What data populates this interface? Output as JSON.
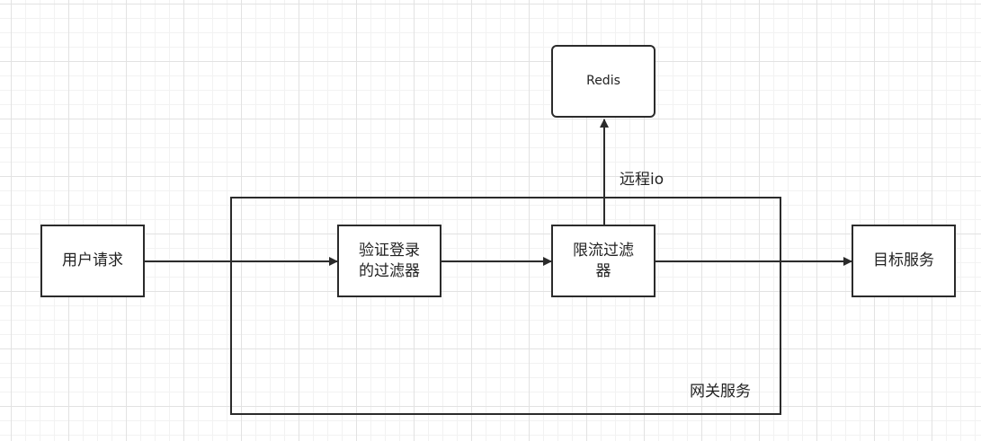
{
  "diagram": {
    "container": {
      "label": "网关服务"
    },
    "nodes": {
      "user_request": {
        "label": "用户请求"
      },
      "auth_filter": {
        "label": "验证登录\n的过滤器"
      },
      "rate_limit_filter": {
        "label": "限流过滤\n器"
      },
      "target_service": {
        "label": "目标服务"
      },
      "redis": {
        "label": "Redis"
      }
    },
    "edges": [
      {
        "from": "用户请求",
        "to": "验证登录的过滤器",
        "label": ""
      },
      {
        "from": "验证登录的过滤器",
        "to": "限流过滤器",
        "label": ""
      },
      {
        "from": "限流过滤器",
        "to": "目标服务",
        "label": ""
      },
      {
        "from": "限流过滤器",
        "to": "Redis",
        "label": "远程io"
      }
    ],
    "edge_labels": {
      "remote_io": "远程io"
    },
    "colors": {
      "stroke": "#2b2b2b",
      "grid": "#e2e2e2",
      "background": "#ffffff"
    }
  }
}
